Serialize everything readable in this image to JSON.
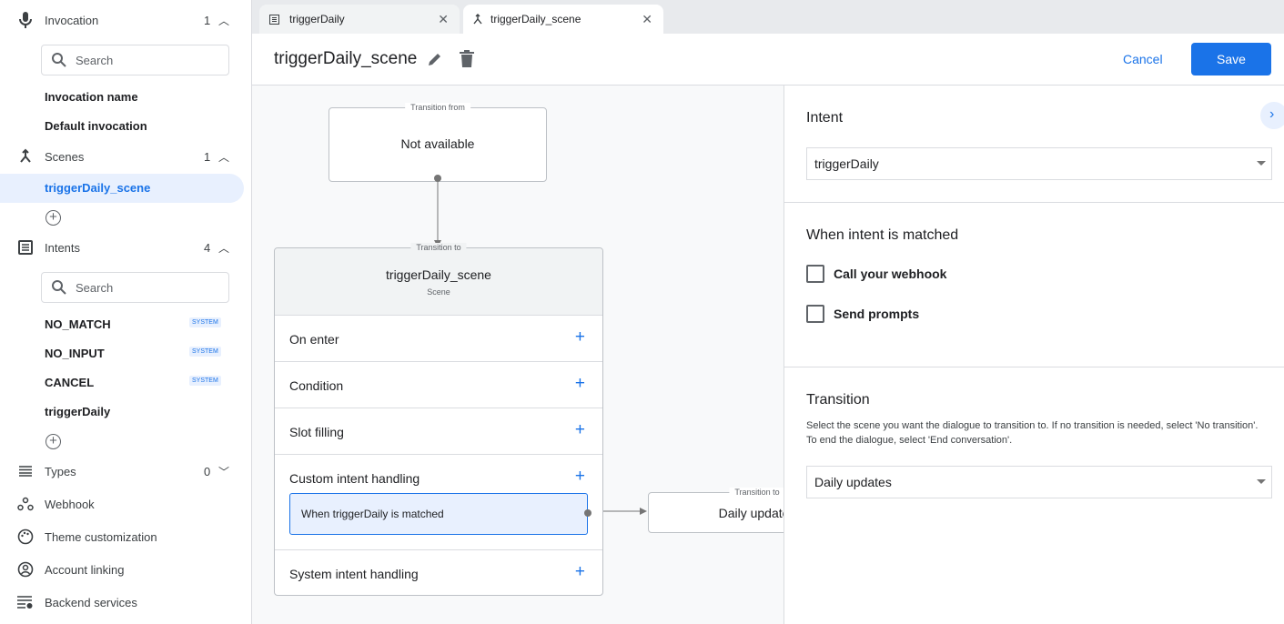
{
  "sidebar": {
    "invocation": {
      "label": "Invocation",
      "count": "1",
      "icon": "microphone-icon",
      "search_placeholder": "Search",
      "items": [
        "Invocation name",
        "Default invocation"
      ]
    },
    "scenes": {
      "label": "Scenes",
      "count": "1",
      "icon": "scenes-merge-icon",
      "items": [
        "triggerDaily_scene"
      ]
    },
    "intents": {
      "label": "Intents",
      "count": "4",
      "icon": "list-icon",
      "search_placeholder": "Search",
      "items": [
        {
          "label": "NO_MATCH",
          "badge": "SYSTEM"
        },
        {
          "label": "NO_INPUT",
          "badge": "SYSTEM"
        },
        {
          "label": "CANCEL",
          "badge": "SYSTEM"
        },
        {
          "label": "triggerDaily"
        }
      ]
    },
    "types": {
      "label": "Types",
      "count": "0"
    },
    "webhook": "Webhook",
    "theme": "Theme customization",
    "account": "Account linking",
    "backend": "Backend services"
  },
  "tabs": [
    {
      "label": "triggerDaily",
      "icon": "list-icon"
    },
    {
      "label": "triggerDaily_scene",
      "icon": "scenes-merge-icon",
      "active": true
    }
  ],
  "header": {
    "title": "triggerDaily_scene",
    "cancel": "Cancel",
    "save": "Save"
  },
  "canvas": {
    "from_node": {
      "tag": "Transition from",
      "text": "Not available"
    },
    "scene_node": {
      "tag": "Transition to",
      "title": "triggerDaily_scene",
      "subtitle": "Scene",
      "rows": [
        "On enter",
        "Condition",
        "Slot filling",
        "Custom intent handling",
        "System intent handling"
      ],
      "handler": "When triggerDaily is matched"
    },
    "target_node": {
      "tag": "Transition to",
      "text": "Daily updates"
    }
  },
  "panel": {
    "intent_heading": "Intent",
    "intent_value": "triggerDaily",
    "matched_heading": "When intent is matched",
    "checkboxes": [
      {
        "label": "Call your webhook",
        "checked": false
      },
      {
        "label": "Send prompts",
        "checked": false
      }
    ],
    "transition_heading": "Transition",
    "transition_help": "Select the scene you want the dialogue to transition to. If no transition is needed, select 'No transition'. To end the dialogue, select 'End conversation'.",
    "transition_value": "Daily updates"
  },
  "colors": {
    "accent": "#1a73e8",
    "selected_bg": "#e8f0fe"
  }
}
